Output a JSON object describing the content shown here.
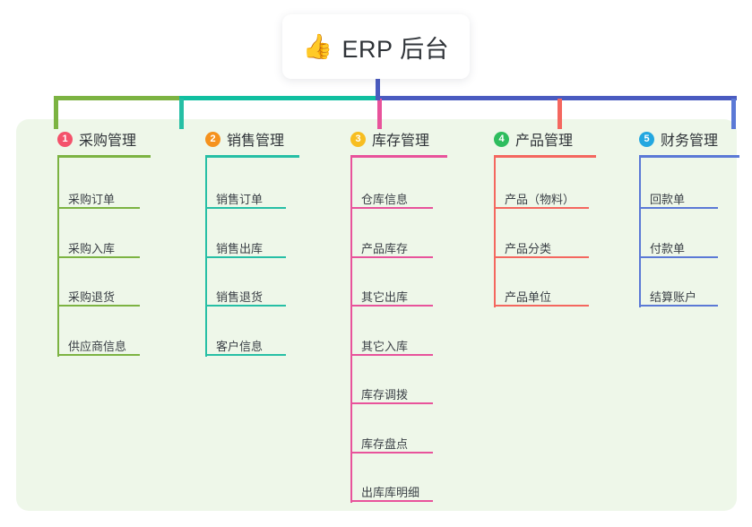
{
  "diagram": {
    "type": "mindmap-tree",
    "root": {
      "emoji": "👍",
      "emoji_name": "thumbs-up-icon",
      "title": "ERP 后台"
    },
    "panel_color": "#eef7e9",
    "root_connector_color": "#4a5bc0",
    "branches": [
      {
        "index": "1",
        "title": "采购管理",
        "badge_color": "#f4526b",
        "line_color": "#7cb342",
        "bar_color": "#7cb342",
        "items": [
          "采购订单",
          "采购入库",
          "采购退货",
          "供应商信息"
        ]
      },
      {
        "index": "2",
        "title": "销售管理",
        "badge_color": "#f5921e",
        "line_color": "#26bfa5",
        "bar_color": "#10bfa0",
        "items": [
          "销售订单",
          "销售出库",
          "销售退货",
          "客户信息"
        ]
      },
      {
        "index": "3",
        "title": "库存管理",
        "badge_color": "#f7be21",
        "line_color": "#e8539b",
        "bar_color": "#5b62c4",
        "items": [
          "仓库信息",
          "产品库存",
          "其它出库",
          "其它入库",
          "库存调拨",
          "库存盘点",
          "出库库明细"
        ]
      },
      {
        "index": "4",
        "title": "产品管理",
        "badge_color": "#2ebd5e",
        "line_color": "#f4675f",
        "bar_color": "#5b62c4",
        "items": [
          "产品（物料）",
          "产品分类",
          "产品单位"
        ]
      },
      {
        "index": "5",
        "title": "财务管理",
        "badge_color": "#23a7e0",
        "line_color": "#5b79d6",
        "bar_color": "#4a5bc0",
        "items": [
          "回款单",
          "付款单",
          "结算账户"
        ]
      }
    ]
  }
}
